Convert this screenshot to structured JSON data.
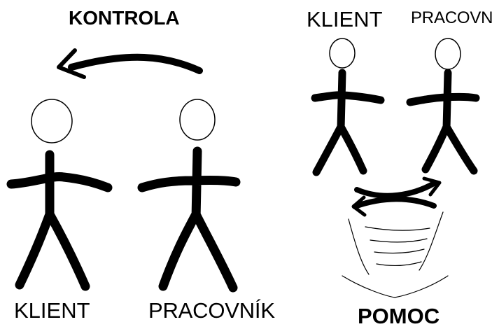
{
  "labels": {
    "kontrola": "KONTROLA",
    "left_client": "KLIENT",
    "left_worker": "PRACOVNÍK",
    "right_client": "KLIENT",
    "right_worker": "PRACOVNÍK",
    "pomoc": "POMOC"
  },
  "colors": {
    "background": "#ffffff",
    "foreground": "#000000"
  },
  "icons": [
    "left-arrow-icon",
    "person-icon",
    "bidirectional-arrows-icon",
    "funnel-icon"
  ]
}
